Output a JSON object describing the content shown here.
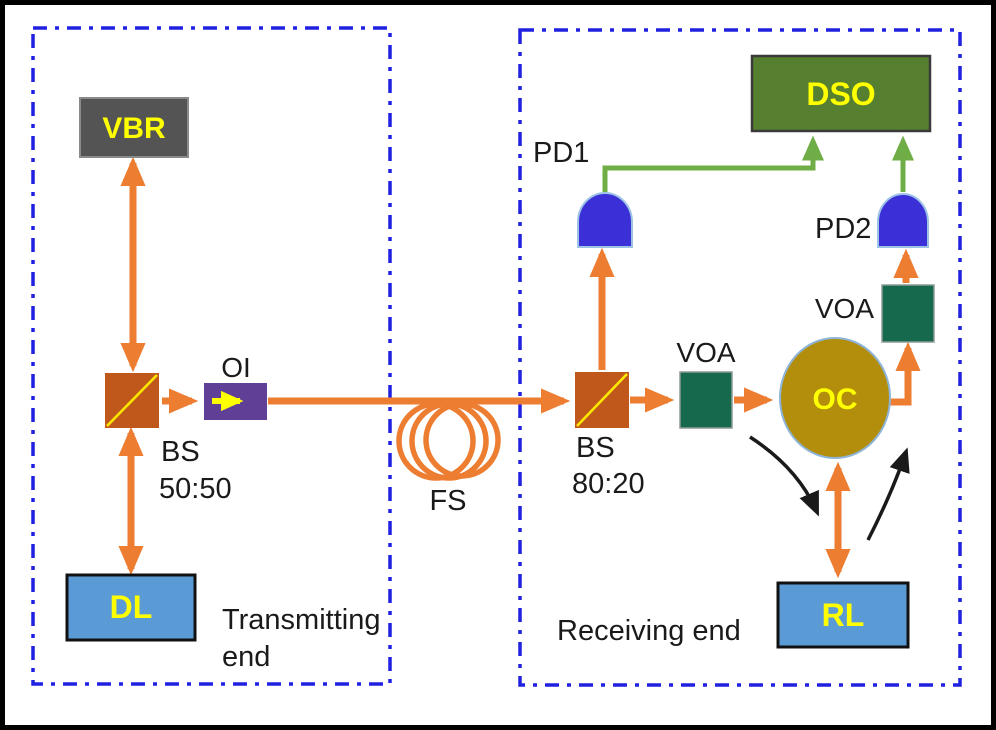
{
  "colors": {
    "frame_black": "#000000",
    "region_dash_blue": "#2020E0",
    "arrow_orange": "#ED7D31",
    "beamsplitter_orange": "#C0571B",
    "diagonal_yellow": "#FFE800",
    "isolator_purple": "#5F4096",
    "isolator_arrow_yellow": "#FFFF00",
    "voa_green": "#17694E",
    "circulator_gold": "#B28E0C",
    "detector_blue": "#3B30D8",
    "dso_green": "#567F2F",
    "laser_blue": "#5B9BD5",
    "vbr_gray": "#545454",
    "connector_green": "#6FAE46",
    "label_black": "#1A1A1A",
    "box_label_yellow": "#FFFF00"
  },
  "transmitting": {
    "region_label_line1": "Transmitting",
    "region_label_line2": "end",
    "vbr_label": "VBR",
    "bs_label": "BS",
    "bs_ratio": "50:50",
    "oi_label": "OI",
    "dl_label": "DL"
  },
  "channel": {
    "fs_label": "FS"
  },
  "receiving": {
    "region_label": "Receiving end",
    "bs_label": "BS",
    "bs_ratio": "80:20",
    "voa1_label": "VOA",
    "voa2_label": "VOA",
    "oc_label": "OC",
    "pd1_label": "PD1",
    "pd2_label": "PD2",
    "dso_label": "DSO",
    "rl_label": "RL"
  }
}
